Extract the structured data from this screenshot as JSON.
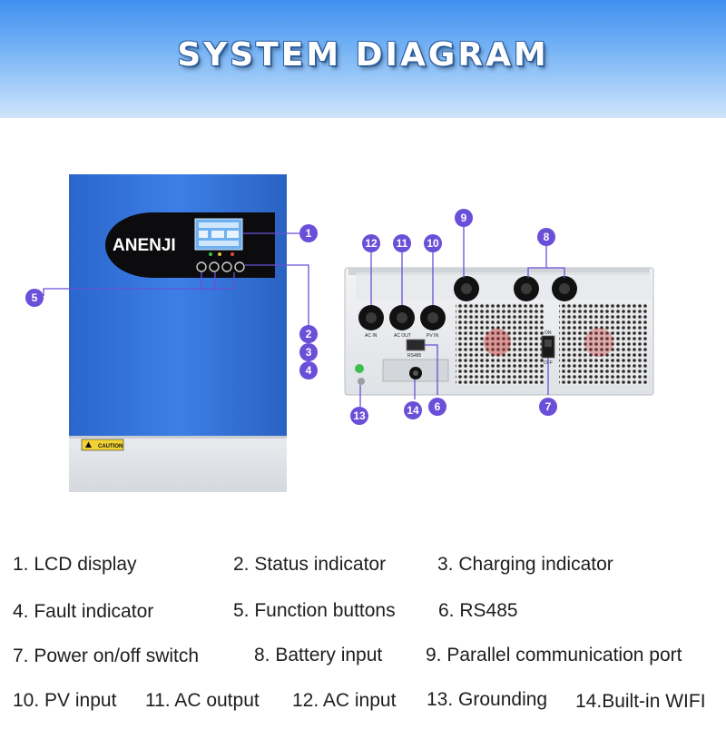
{
  "header": {
    "title": "SYSTEM DIAGRAM"
  },
  "front_unit": {
    "brand": "ANENJI",
    "caution_label": "CAUTION"
  },
  "rear_unit": {
    "port_labels": {
      "ac_in": "AC IN",
      "ac_out": "AC OUT",
      "pv_in": "PV IN",
      "rs485": "RS485"
    },
    "switch_labels": {
      "on": "ON",
      "off": "OFF"
    }
  },
  "callouts": [
    "1",
    "2",
    "3",
    "4",
    "5",
    "6",
    "7",
    "8",
    "9",
    "10",
    "11",
    "12",
    "13",
    "14"
  ],
  "legend": {
    "items": [
      "1. LCD display",
      "2. Status indicator",
      "3. Charging indicator",
      "4. Fault indicator",
      "5. Function buttons",
      "6. RS485",
      "7. Power on/off switch",
      "8. Battery input",
      "9. Parallel communication  port",
      "10. PV input",
      "11. AC output",
      "12. AC input",
      "13. Grounding",
      "14.Built-in WIFI"
    ]
  },
  "colors": {
    "callout_bg": "#6a4fd8",
    "unit_blue": "#2f6fd6",
    "banner_top": "#3f8ff0"
  }
}
